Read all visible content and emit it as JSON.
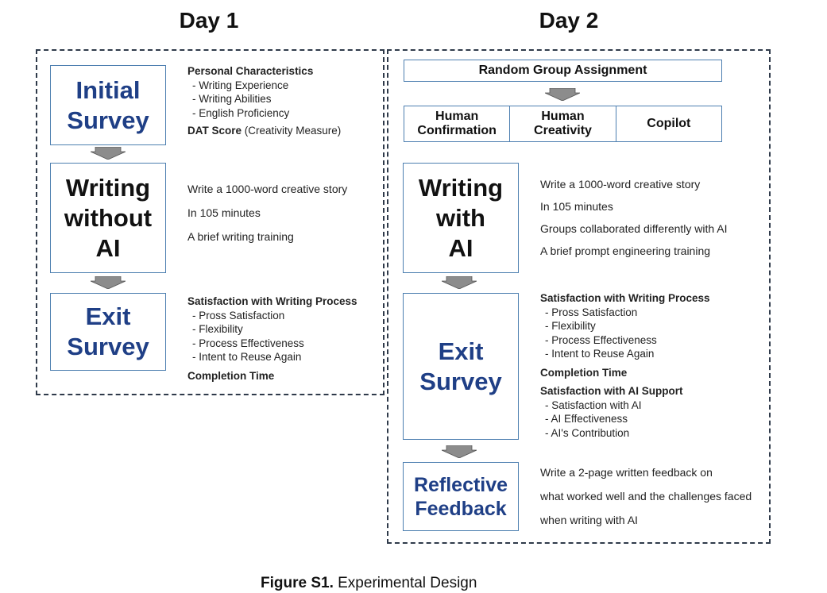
{
  "day1": {
    "title": "Day 1",
    "initial_survey": [
      "Initial",
      "Survey"
    ],
    "personal": {
      "heading": "Personal Characteristics",
      "items": [
        "- Writing Experience",
        "- Writing Abilities",
        "- English Proficiency"
      ],
      "dat_bold": "DAT Score",
      "dat_rest": " (Creativity Measure)"
    },
    "writing_box": [
      "Writing",
      "without",
      "AI"
    ],
    "writing_notes": [
      "Write a 1000-word creative story",
      "In 105 minutes",
      "A brief writing training"
    ],
    "exit_box": [
      "Exit",
      "Survey"
    ],
    "exit_notes": {
      "heading": "Satisfaction with Writing Process",
      "items": [
        "- Pross Satisfaction",
        "- Flexibility",
        "- Process Effectiveness",
        "- Intent to Reuse Again"
      ],
      "completion": "Completion Time"
    }
  },
  "day2": {
    "title": "Day 2",
    "random_assignment": "Random Group Assignment",
    "groups": [
      [
        "Human",
        "Confirmation"
      ],
      [
        "Human",
        "Creativity"
      ],
      [
        "Copilot"
      ]
    ],
    "writing_box": [
      "Writing",
      "with",
      "AI"
    ],
    "writing_notes": [
      "Write a 1000-word creative story",
      "In 105 minutes",
      "Groups collaborated differently with AI",
      "A brief prompt engineering training"
    ],
    "exit_box": [
      "Exit",
      "Survey"
    ],
    "exit_notes": {
      "heading": "Satisfaction with Writing Process",
      "items": [
        "- Pross Satisfaction",
        "- Flexibility",
        "- Process Effectiveness",
        "- Intent to Reuse Again"
      ],
      "completion": "Completion Time",
      "ai_heading": "Satisfaction with AI Support",
      "ai_items": [
        "- Satisfaction with AI",
        "- AI Effectiveness",
        "- AI's Contribution"
      ]
    },
    "reflective_box": [
      "Reflective",
      "Feedback"
    ],
    "reflective_notes": [
      "Write a 2-page written feedback on",
      "what worked well and the challenges faced",
      "when writing with AI"
    ]
  },
  "caption": {
    "label": "Figure S1.",
    "text": " Experimental Design"
  },
  "colors": {
    "box_border": "#4d7fb0",
    "accent_text": "#1f3f86",
    "arrow_fill": "#8c8c8c"
  }
}
